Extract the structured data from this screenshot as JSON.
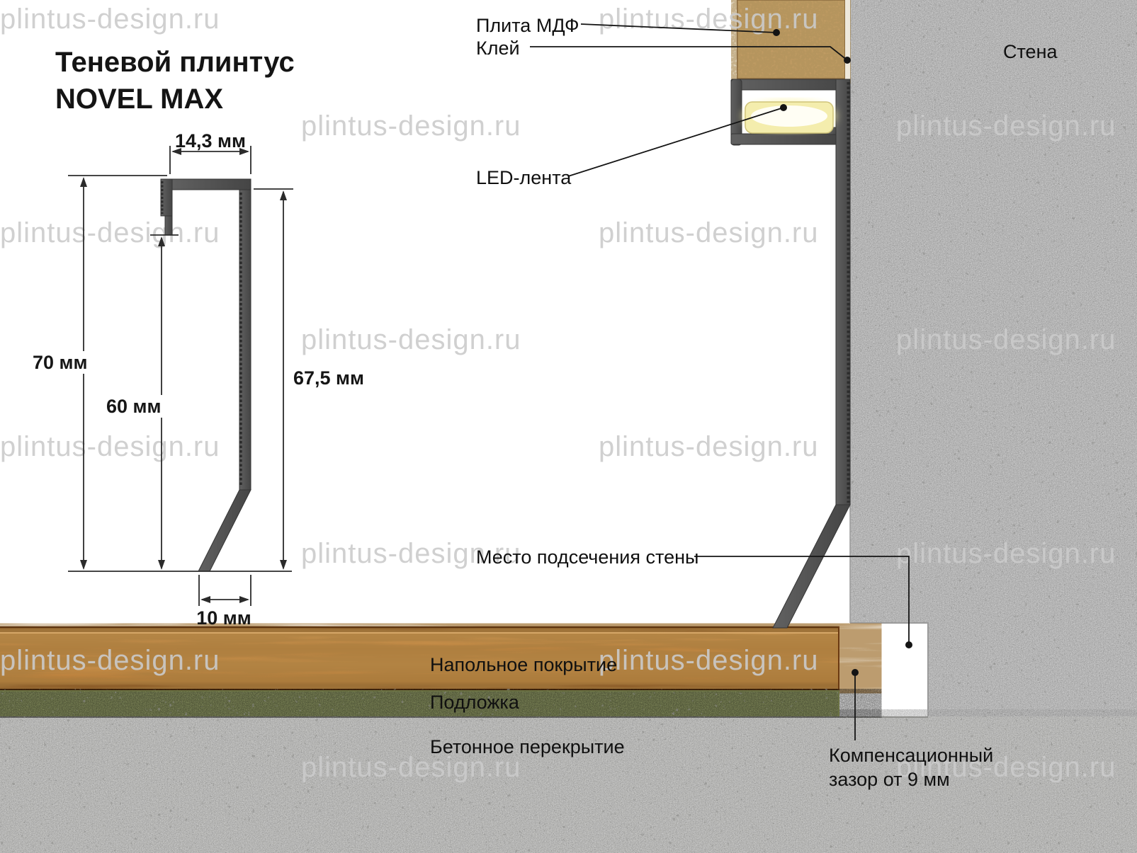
{
  "title": {
    "line1": "Теневой плинтус",
    "line2": "NOVEL MAX"
  },
  "watermark": {
    "text": "plintus-design.ru"
  },
  "callouts": {
    "mdf_board": "Плита МДФ",
    "glue": "Клей",
    "led_strip": "LED-лента",
    "wall": "Стена",
    "wall_undercut": "Место подсечения стены",
    "floor_covering": "Напольное покрытие",
    "underlay": "Подложка",
    "concrete_slab": "Бетонное перекрытие",
    "compensation_gap_line1": "Компенсационный",
    "compensation_gap_line2": "зазор от 9 мм"
  },
  "dimensions": {
    "top_width": "14,3 мм",
    "overall_height": "70 мм",
    "inner_height": "60 мм",
    "web_height": "67,5 мм",
    "base_width": "10 мм"
  },
  "colors": {
    "profile_gray": "#4f4f4f",
    "wall_concrete": "#c9c9c9",
    "floor_wood": "#cc8a42",
    "underlay_green": "#99a36b",
    "mdf_tan": "#cba26a",
    "led_glow": "#f4edad",
    "watermark_gray": "#cbcbcb"
  }
}
